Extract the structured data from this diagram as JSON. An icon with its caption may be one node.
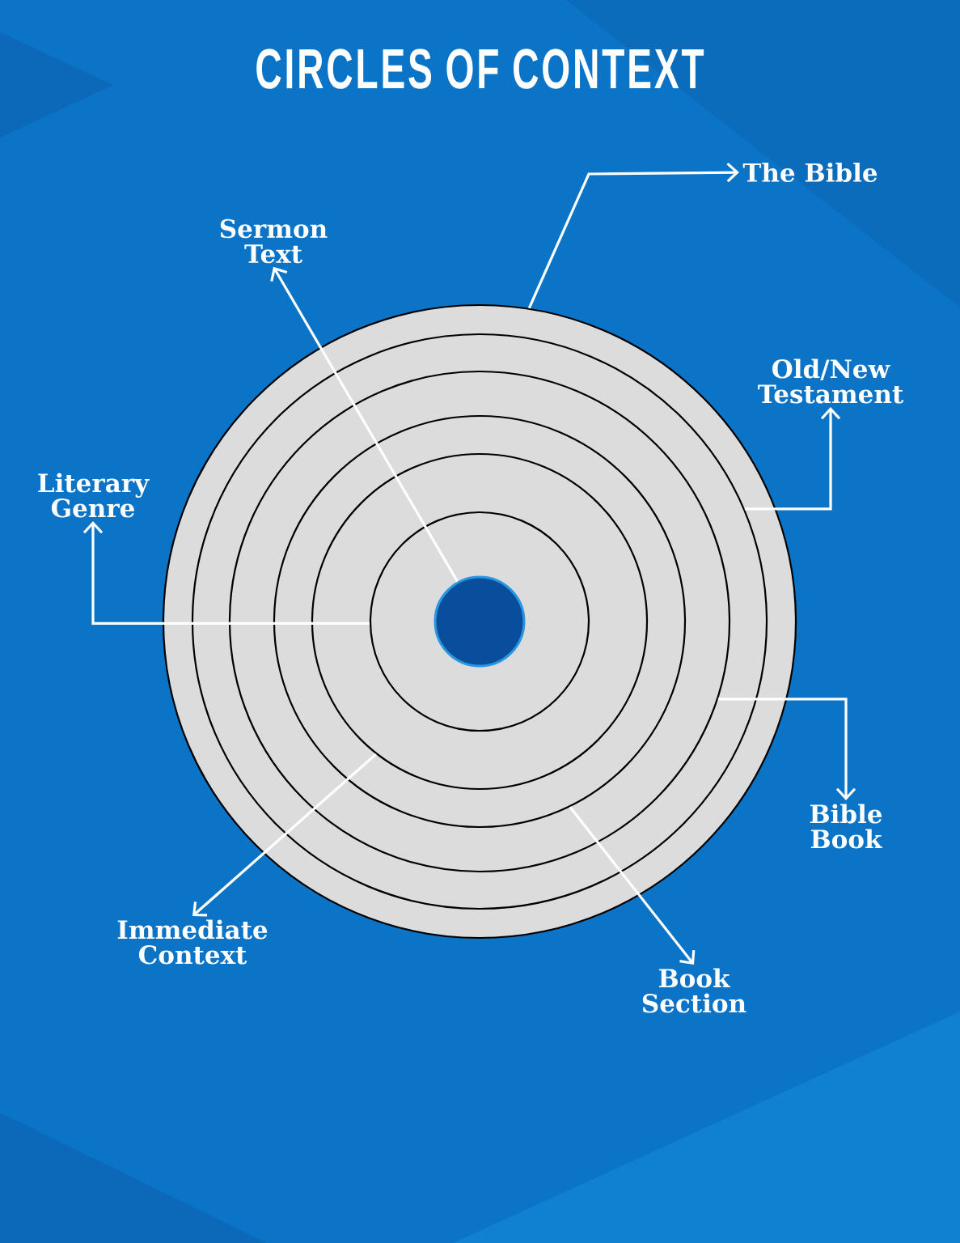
{
  "diagram": {
    "title": "CIRCLES OF CONTEXT",
    "nodes": [
      {
        "text": [],
        "shape": "circle"
      },
      {
        "text": [],
        "shape": "circle",
        "in": 0
      },
      {
        "text": [],
        "shape": "circle",
        "in": 1
      },
      {
        "text": [],
        "shape": "circle",
        "in": 2
      },
      {
        "text": [],
        "shape": "circle",
        "in": 3
      },
      {
        "text": [],
        "shape": "circle",
        "in": 4
      },
      {
        "text": [],
        "shape": "circle",
        "in": 5
      },
      {
        "text": [
          "The Bible"
        ]
      },
      {
        "text": [
          "Sermon Text"
        ]
      },
      {
        "text": [
          "Old/New Testament"
        ]
      },
      {
        "text": [
          "Literary Genre"
        ]
      },
      {
        "text": [
          "Bible Book"
        ]
      },
      {
        "text": [
          "Book Section"
        ]
      },
      {
        "text": [
          "Immediate Context"
        ]
      }
    ],
    "edges": [
      {
        "from": 0,
        "to": 7,
        "arrow": "to"
      },
      {
        "from": 6,
        "to": 8,
        "arrow": "to"
      },
      {
        "from": 1,
        "to": 9,
        "arrow": "to"
      },
      {
        "from": 5,
        "to": 10,
        "arrow": "to"
      },
      {
        "from": 2,
        "to": 11,
        "arrow": "to"
      },
      {
        "from": 3,
        "to": 12,
        "arrow": "to"
      },
      {
        "from": 4,
        "to": 13,
        "arrow": "to"
      }
    ]
  }
}
